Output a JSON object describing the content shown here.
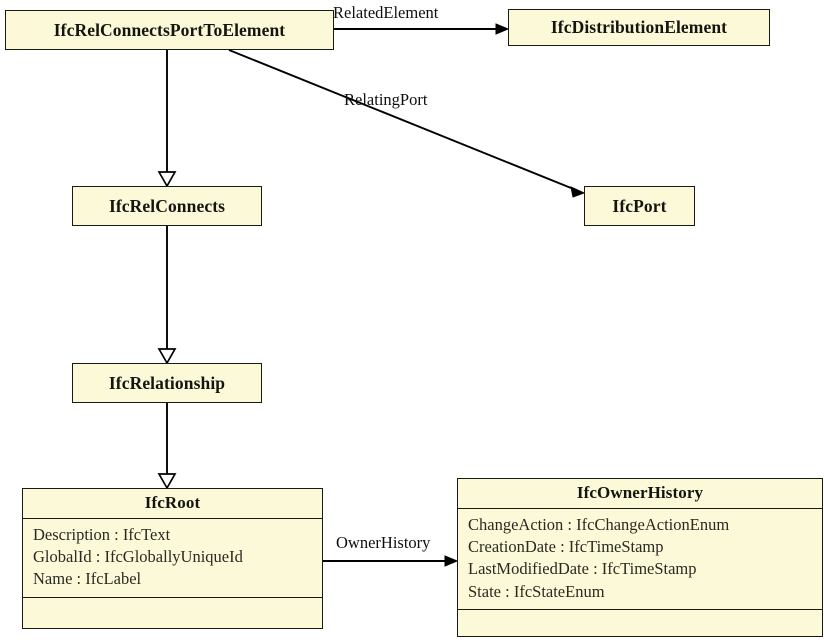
{
  "diagram": {
    "type": "uml-class-diagram",
    "title": "IfcRelConnectsPortToElement inheritance and relationships",
    "colors": {
      "box_fill": "#fcf9d8",
      "box_border": "#1a1a14",
      "edge": "#000000",
      "text": "#141410",
      "background": "#ffffff"
    },
    "classes": [
      {
        "id": "ifcrelconnectsporttoelement",
        "name": "IfcRelConnectsPortToElement",
        "attributes": [],
        "operations": []
      },
      {
        "id": "ifcdistributionelement",
        "name": "IfcDistributionElement",
        "attributes": [],
        "operations": []
      },
      {
        "id": "ifcrelconnects",
        "name": "IfcRelConnects",
        "attributes": [],
        "operations": []
      },
      {
        "id": "ifcport",
        "name": "IfcPort",
        "attributes": [],
        "operations": []
      },
      {
        "id": "ifcrelationship",
        "name": "IfcRelationship",
        "attributes": [],
        "operations": []
      },
      {
        "id": "ifcroot",
        "name": "IfcRoot",
        "attributes": [
          "Description : IfcText",
          "GlobalId : IfcGloballyUniqueId",
          "Name : IfcLabel"
        ],
        "operations": []
      },
      {
        "id": "ifcownerhistory",
        "name": "IfcOwnerHistory",
        "attributes": [
          "ChangeAction : IfcChangeActionEnum",
          "CreationDate : IfcTimeStamp",
          "LastModifiedDate : IfcTimeStamp",
          "State : IfcStateEnum"
        ],
        "operations": []
      }
    ],
    "edges": [
      {
        "id": "edge-related-element",
        "label": "RelatedElement",
        "from": "ifcrelconnectsporttoelement",
        "to": "ifcdistributionelement",
        "kind": "association"
      },
      {
        "id": "edge-relating-port",
        "label": "RelatingPort",
        "from": "ifcrelconnectsporttoelement",
        "to": "ifcport",
        "kind": "association"
      },
      {
        "id": "edge-generalization-1",
        "label": "",
        "from": "ifcrelconnectsporttoelement",
        "to": "ifcrelconnects",
        "kind": "generalization"
      },
      {
        "id": "edge-generalization-2",
        "label": "",
        "from": "ifcrelconnects",
        "to": "ifcrelationship",
        "kind": "generalization"
      },
      {
        "id": "edge-generalization-3",
        "label": "",
        "from": "ifcrelationship",
        "to": "ifcroot",
        "kind": "generalization"
      },
      {
        "id": "edge-owner-history",
        "label": "OwnerHistory",
        "from": "ifcroot",
        "to": "ifcownerhistory",
        "kind": "association"
      }
    ]
  }
}
